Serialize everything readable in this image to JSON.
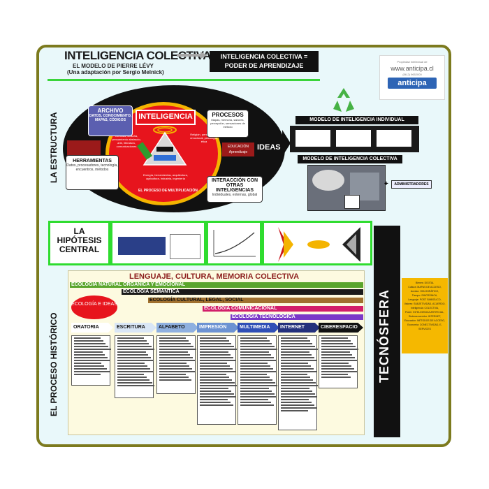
{
  "header": {
    "title": "INTELIGENCIA COLECTIVA",
    "subtitle": "EL MODELO DE PIERRE LÉVY",
    "subtitle2": "(Una adaptación por Sergio Melnick)",
    "equation_line1": "INTELIGENCIA COLECTIVA =",
    "equation_line2": "PODER DE APRENDIZAJE"
  },
  "logo": {
    "small_text": "Propiedad Intelectual de",
    "url": "www.anticipa.cl",
    "phone": "(56-2) 9652000",
    "mark": "anticipa"
  },
  "side_labels": {
    "estructura": "LA ESTRUCTURA",
    "proceso": "EL PROCESO HISTÓRICO"
  },
  "structure": {
    "inteligencia": "INTELIGENCIA",
    "archivo_title": "ARCHIVO",
    "archivo_text": "DATOS, CONOCIMIENTO, MAPAS, CÓDIGOS",
    "procesos_title": "PROCESOS",
    "procesos_text": "Mapas, memoria, sabores, percepción, sensaciones de método",
    "herramientas_title": "HERRAMIENTAS",
    "herramientas_text": "Datos, procesadores, tecnología, encuentros, métodos",
    "interaccion_title": "INTERACCIÓN CON OTRAS INTELIGENCIAS",
    "interaccion_text": "Individuales, externas, global",
    "educacion": "EDUCACIÓN Aprendizaje",
    "ideas": "IDEAS",
    "left_text": "Ciencias, filosofía, pensamiento abstracto, arte, literatura, comunicaciones",
    "right_text": "Religión, pensamiento emocional, psicología, ética",
    "bottom_text": "Energía, herramientas, arquitectura, agricultura, industria, ingeniería",
    "proceso_mult": "EL PROCESO DE MULTIPLICACIÓN"
  },
  "models": {
    "individual": "MODELO DE INTELIGENCIA INDIVIDUAL",
    "colectiva": "MODELO DE INTELIGENCIA COLECTIVA",
    "plus": "+",
    "administradores": "ADMINISTRADORES"
  },
  "hipotesis": {
    "line1": "LA",
    "line2": "HIPÓTESIS",
    "line3": "CENTRAL"
  },
  "tecnosfera": {
    "label": "TECNÓSFERA",
    "note_lines": [
      "Bienes: DIGITAL",
      "Cultura: MAPAS DE ACCESO,",
      "Acceso: HOLOGRÁFICO,",
      "Tiempo: SINCRÓNICA,",
      "Lenguaje: POST SIMBÓLICO,",
      "Valores: SUBJETIVIDAD, ACUERDO,",
      "Inteligencia: COLECTIVA,",
      "Poder: INTELIGENCIA ARTIFICIAL,",
      "Sistema servidor: INTERNET,",
      "Educación: MÉTODOS DE ACCESO,",
      "Economía: CONECTIVIDAD, E-",
      "SERVICES"
    ]
  },
  "history": {
    "heading": "LENGUAJE, CULTURA, MEMORIA COLECTIVA",
    "ecologia_ideas": "ECOLOGÍA E IDEAS",
    "ecologies": [
      {
        "label": "ECOLOGÍA NATURAL ORGÁNICA Y EMOCIONAL",
        "color": "#5aa52c",
        "text_color": "#ffffff"
      },
      {
        "label": "ECOLOGÍA SEMÁNTICA",
        "color": "#1a1a1a",
        "text_color": "#ffffff"
      },
      {
        "label": "ECOLOGÍA CULTURAL, LEGAL, SOCIAL",
        "color": "#a0702f",
        "text_color": "#111111"
      },
      {
        "label": "ECOLOGÍA COMUNICACIONAL",
        "color": "#d21e6a",
        "text_color": "#ffffff"
      },
      {
        "label": "ECOLOGÍA TECNOLÓGICA",
        "color": "#7a38c8",
        "text_color": "#ffffff"
      }
    ],
    "stages": [
      "ORATORIA",
      "ESCRITURA",
      "ALFABETO",
      "IMPRESIÓN",
      "MULTIMEDIA",
      "INTERNET",
      "CIBERESPACIO"
    ],
    "stage_colors": [
      "#ffffff",
      "#d9e6f6",
      "#8fb0e0",
      "#6c92d2",
      "#2f4fb6",
      "#23307c",
      "#111111"
    ]
  }
}
